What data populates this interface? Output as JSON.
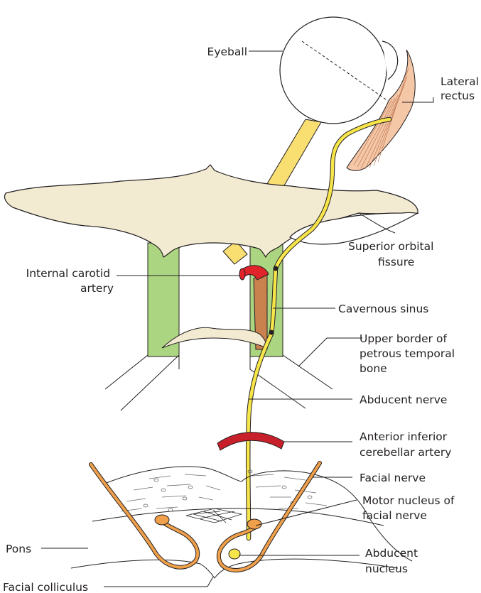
{
  "labels": {
    "eyeball": "Eyeball",
    "lateral_rectus": [
      "Lateral",
      "rectus"
    ],
    "superior_orbital_fissure": [
      "Superior orbital",
      "fissure"
    ],
    "internal_carotid_artery": [
      "Internal carotid",
      "artery"
    ],
    "cavernous_sinus": "Cavernous sinus",
    "upper_border_petrous": [
      "Upper border of",
      "petrous temporal",
      "bone"
    ],
    "abducent_nerve": "Abducent nerve",
    "anterior_inferior_cerebellar_artery": [
      "Anterior inferior",
      "cerebellar artery"
    ],
    "facial_nerve": "Facial nerve",
    "motor_nucleus_facial": [
      "Motor nucleus of",
      "facial nerve"
    ],
    "pons": "Pons",
    "abducent_nucleus": [
      "Abducent",
      "nucleus"
    ],
    "facial_colliculus": "Facial colliculus"
  },
  "colors": {
    "bone": "#f3ead2",
    "nerve": "#f7e64a",
    "optic_nerve": "#f9de72",
    "sinus": "#acd582",
    "carotid": "#e0242a",
    "aica": "#c8202a",
    "facial_nerve": "#f0a04a",
    "muscle": "#f4c7a7",
    "outline": "#231f20"
  }
}
